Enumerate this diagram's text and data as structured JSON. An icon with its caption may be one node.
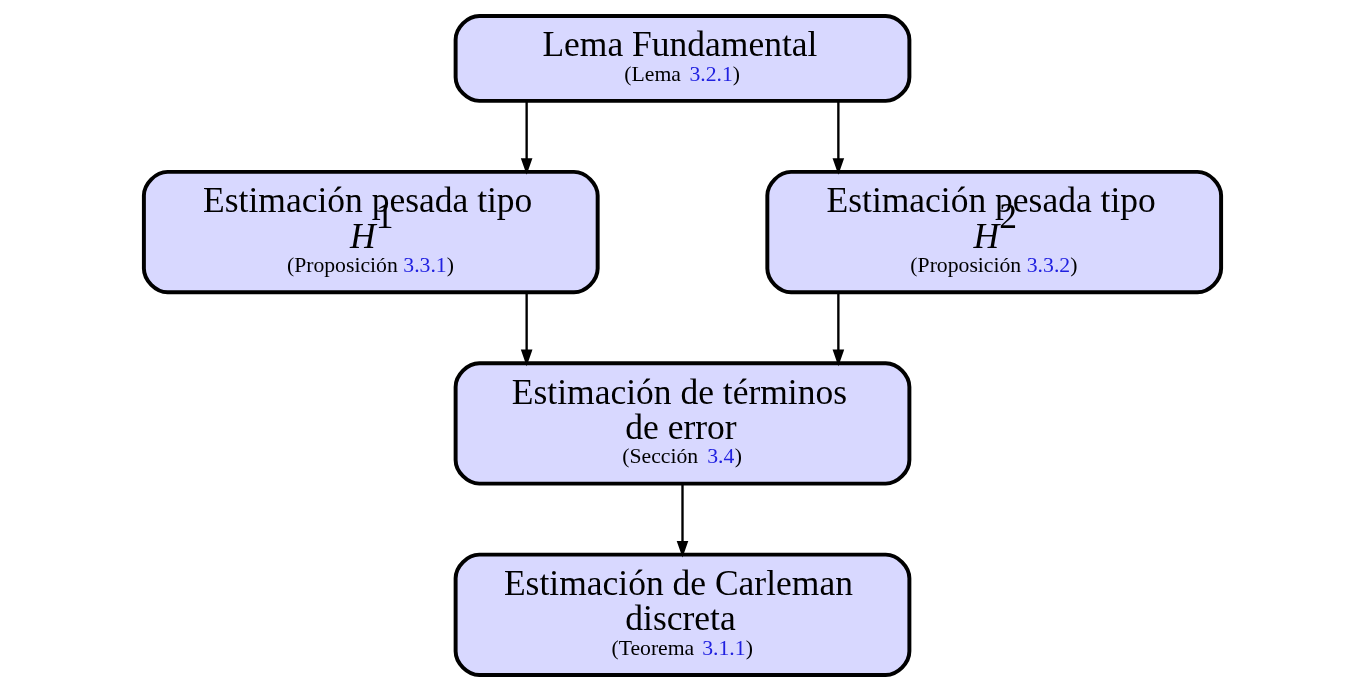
{
  "diagram": {
    "nodes": [
      {
        "text": [
          "Lema Fundamental",
          "(Lema 3.2.1)"
        ]
      },
      {
        "text": [
          "Estimación pesada tipo *H*$^{1}$",
          "(Proposición 3.3.1)"
        ]
      },
      {
        "text": [
          "Estimación pesada tipo *H*$^{2}$",
          "(Proposición 3.3.2)"
        ]
      },
      {
        "text": [
          "Estimación de términos de error",
          "(Sección 3.4)"
        ]
      },
      {
        "text": [
          "Estimación de Carleman discreta",
          "(Teorema 3.1.1)"
        ]
      }
    ],
    "edges": [
      {
        "from": 0,
        "to": 1,
        "arrow": "to"
      },
      {
        "from": 0,
        "to": 2,
        "arrow": "to"
      },
      {
        "from": 1,
        "to": 3,
        "arrow": "to"
      },
      {
        "from": 2,
        "to": 3,
        "arrow": "to"
      },
      {
        "from": 3,
        "to": 4,
        "arrow": "to"
      }
    ]
  }
}
